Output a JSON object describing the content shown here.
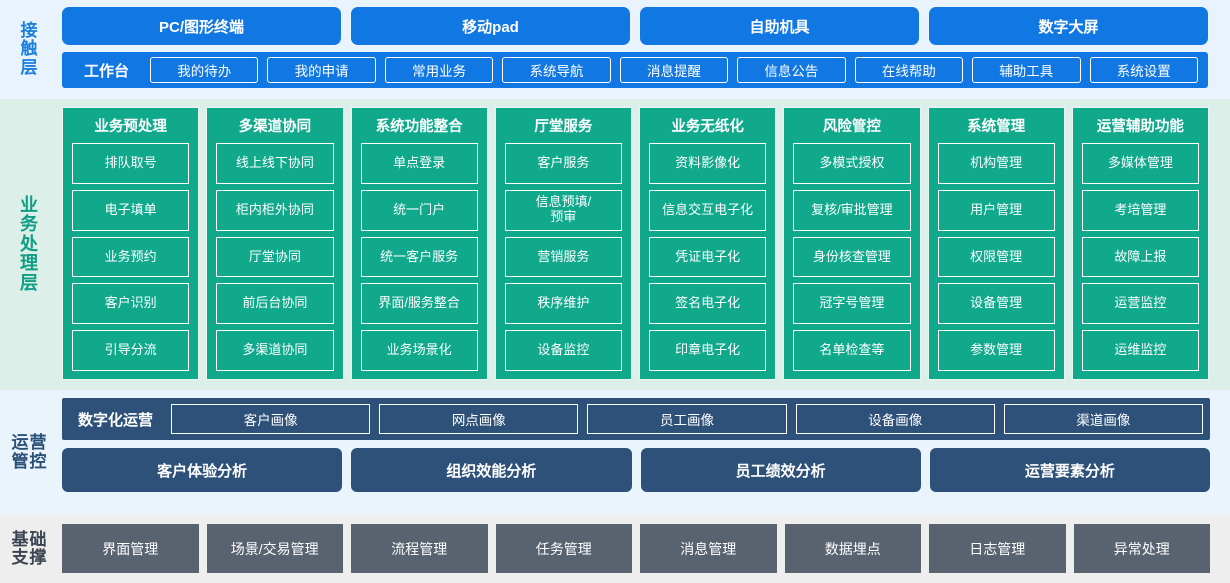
{
  "layers": [
    {
      "key": "contact",
      "label": "接触层",
      "label_chars": [
        "接",
        "触",
        "层"
      ],
      "channels": [
        "PC/图形终端",
        "移动pad",
        "自助机具",
        "数字大屏"
      ],
      "workbench_title": "工作台",
      "nav_items": [
        "我的待办",
        "我的申请",
        "常用业务",
        "系统导航",
        "消息提醒",
        "信息公告",
        "在线帮助",
        "辅助工具",
        "系统设置"
      ]
    },
    {
      "key": "business",
      "label": "业务处理层",
      "label_chars": [
        "业",
        "务",
        "处",
        "理",
        "层"
      ],
      "columns": [
        {
          "title": "业务预处理",
          "items": [
            "排队取号",
            "电子填单",
            "业务预约",
            "客户识别",
            "引导分流"
          ]
        },
        {
          "title": "多渠道协同",
          "items": [
            "线上线下协同",
            "柜内柜外协同",
            "厅堂协同",
            "前后台协同",
            "多渠道协同"
          ]
        },
        {
          "title": "系统功能整合",
          "items": [
            "单点登录",
            "统一门户",
            "统一客户服务",
            "界面/服务整合",
            "业务场景化"
          ]
        },
        {
          "title": "厅堂服务",
          "items": [
            "客户服务",
            "信息预填/\n预审",
            "营销服务",
            "秩序维护",
            "设备监控"
          ]
        },
        {
          "title": "业务无纸化",
          "items": [
            "资料影像化",
            "信息交互电子化",
            "凭证电子化",
            "签名电子化",
            "印章电子化"
          ]
        },
        {
          "title": "风险管控",
          "items": [
            "多模式授权",
            "复核/审批管理",
            "身份核查管理",
            "冠字号管理",
            "名单检查等"
          ]
        },
        {
          "title": "系统管理",
          "items": [
            "机构管理",
            "用户管理",
            "权限管理",
            "设备管理",
            "参数管理"
          ]
        },
        {
          "title": "运营辅助功能",
          "items": [
            "多媒体管理",
            "考培管理",
            "故障上报",
            "运营监控",
            "运维监控"
          ]
        }
      ]
    },
    {
      "key": "operations",
      "label": "运营管控",
      "label_chars": [
        "运",
        "营",
        "管",
        "控"
      ],
      "digital_title": "数字化运营",
      "portraits": [
        "客户画像",
        "网点画像",
        "员工画像",
        "设备画像",
        "渠道画像"
      ],
      "analyses": [
        "客户体验分析",
        "组织效能分析",
        "员工绩效分析",
        "运营要素分析"
      ]
    },
    {
      "key": "foundation",
      "label": "基础支撑",
      "label_chars": [
        "基",
        "础",
        "支",
        "撑"
      ],
      "items": [
        "界面管理",
        "场景/交易管理",
        "流程管理",
        "任务管理",
        "消息管理",
        "数据埋点",
        "日志管理",
        "异常处理"
      ]
    }
  ],
  "colors": {
    "contact_bg": "#e9f3fd",
    "contact_accent": "#1177e2",
    "business_bg": "#dcefe9",
    "business_accent": "#10a98c",
    "operations_bg": "#eaf4fd",
    "operations_accent": "#2e5179",
    "foundation_bg": "#eeeeee",
    "foundation_accent": "#59626f"
  }
}
